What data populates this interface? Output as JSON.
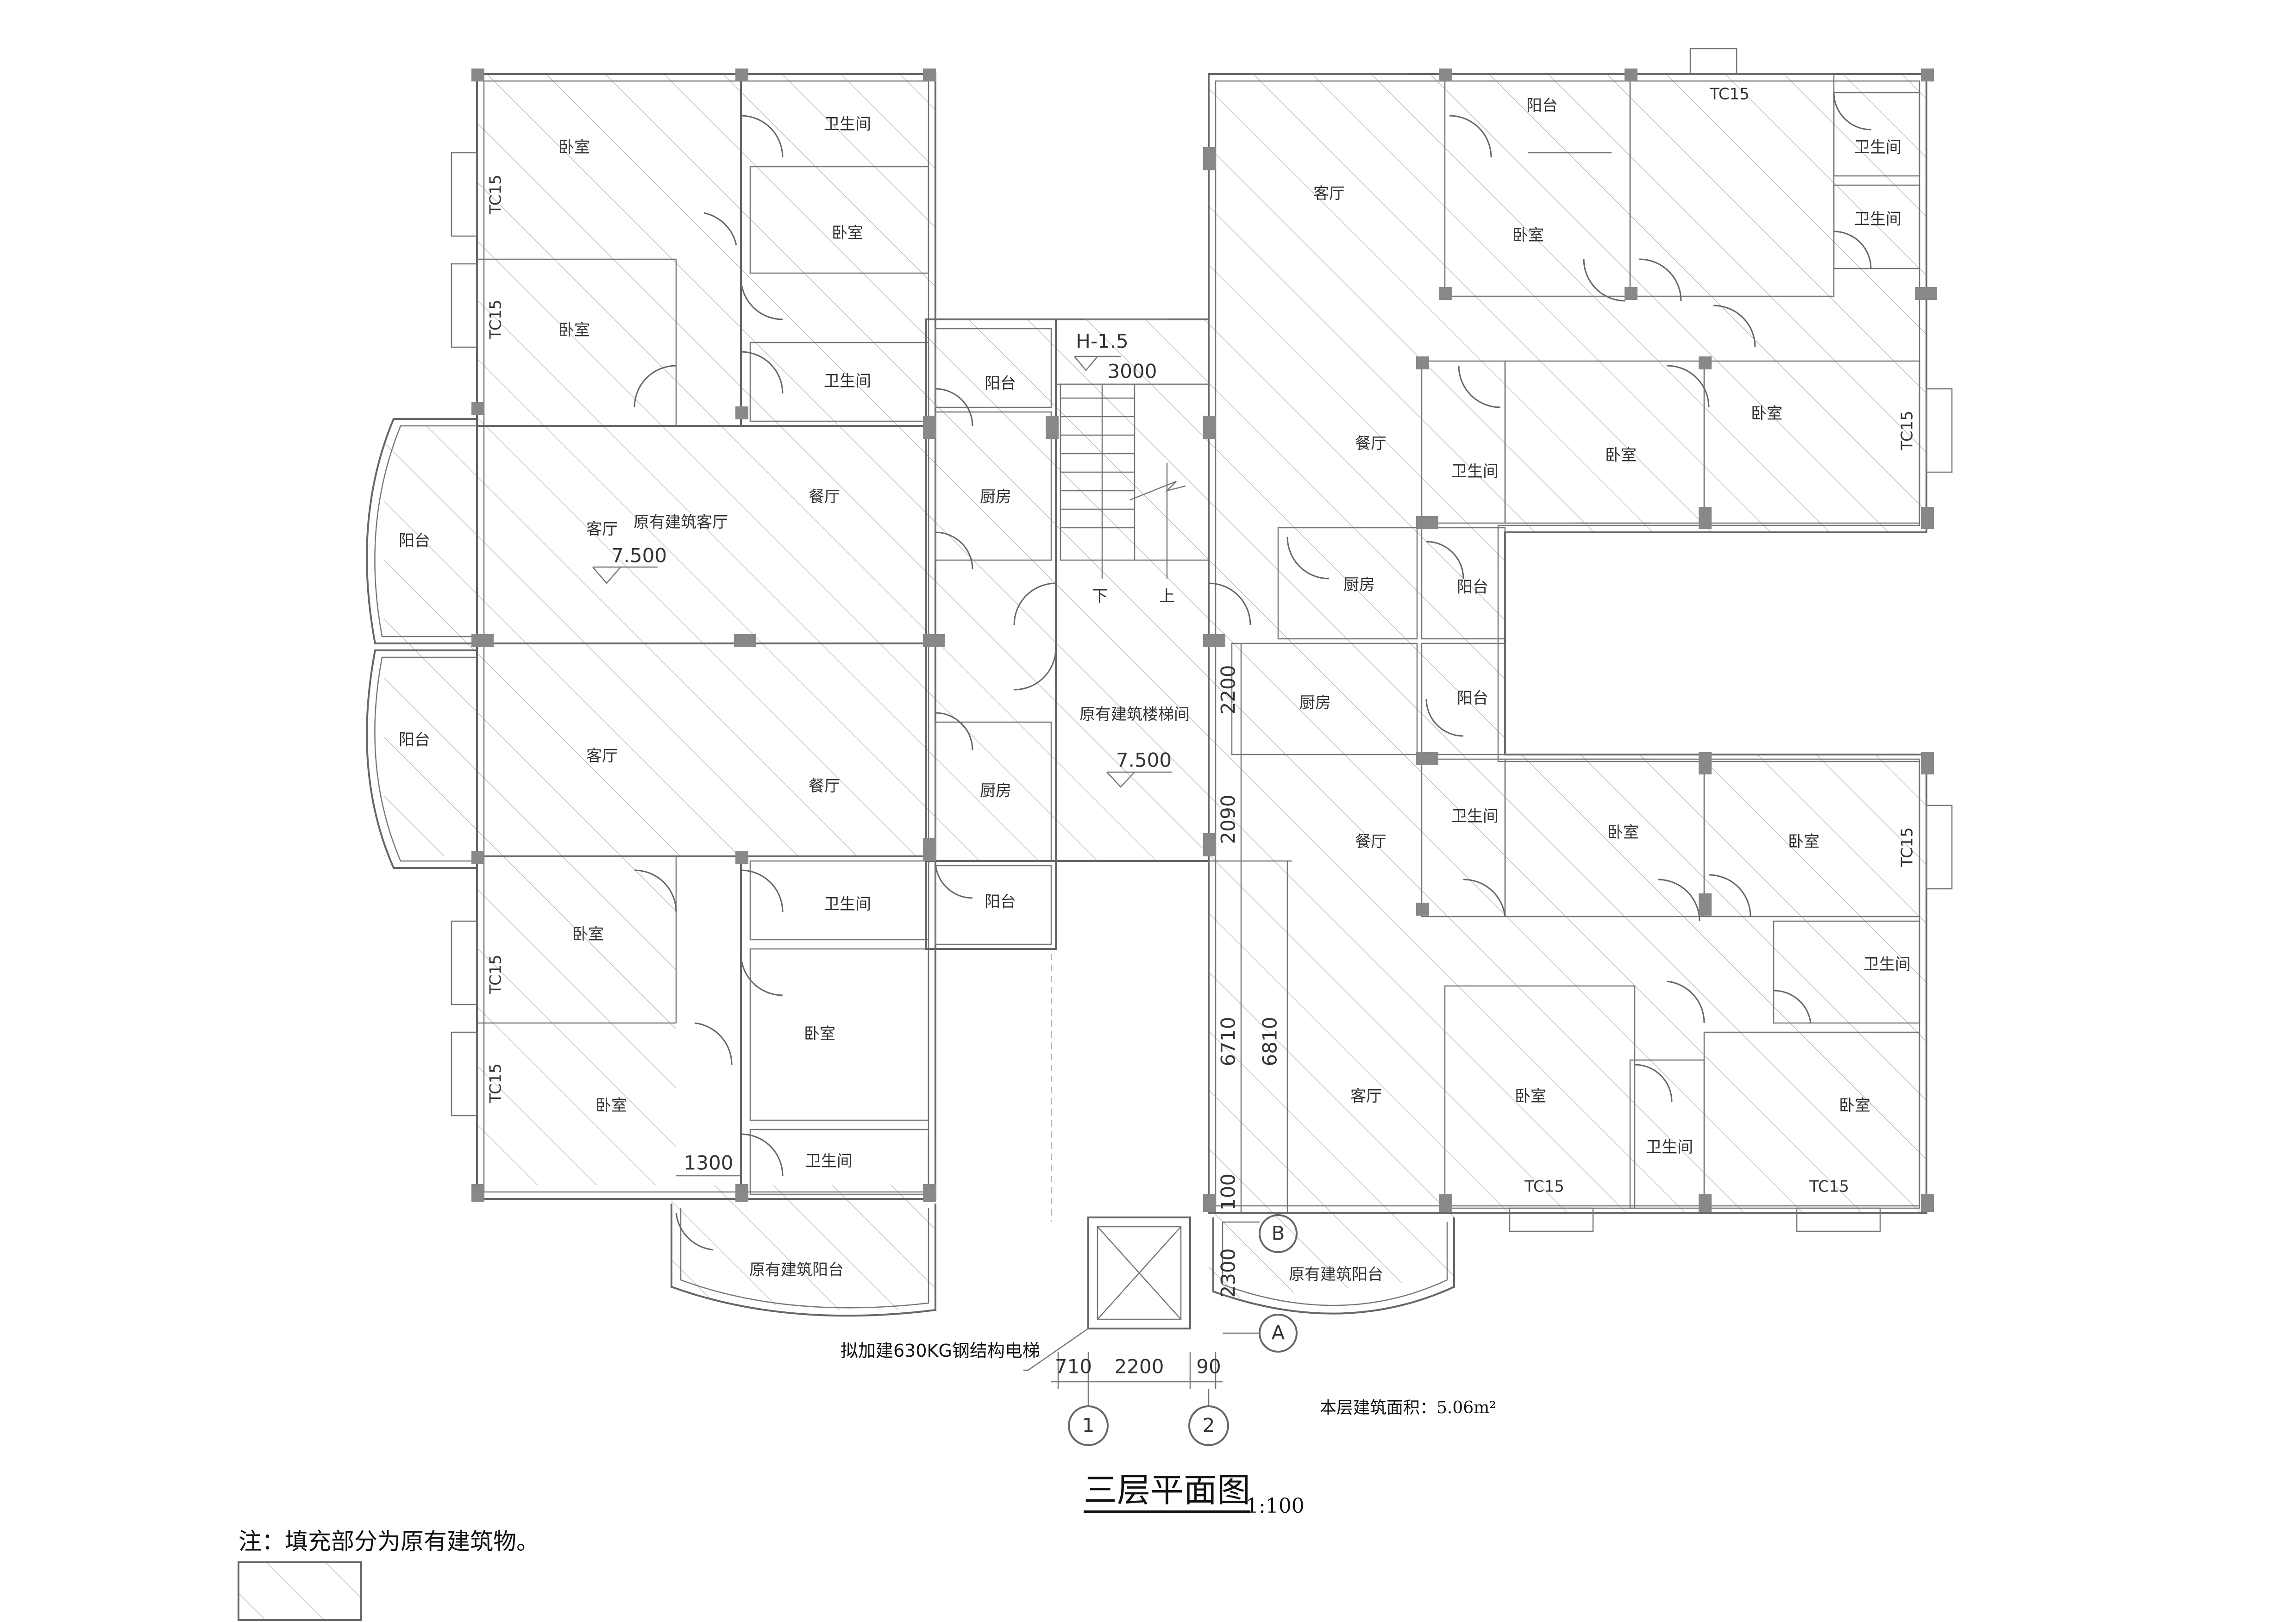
{
  "drawing": {
    "title": "三层平面图",
    "scale": "1:100",
    "area_note": "本层建筑面积：5.06m²",
    "legend_note": "注：填充部分为原有建筑物。",
    "elevator_note": "拟加建630KG钢结构电梯"
  },
  "labels": {
    "bedroom": "卧室",
    "bathroom": "卫生间",
    "balcony": "阳台",
    "living": "客厅",
    "dining": "餐厅",
    "kitchen": "厨房",
    "orig_living": "原有建筑客厅",
    "orig_stair": "原有建筑楼梯间",
    "orig_balcony": "原有建筑阳台",
    "window": "TC15",
    "down": "下",
    "up": "上",
    "stair_mark": "H-1.5"
  },
  "levels": {
    "a": "7.500",
    "b": "7.500"
  },
  "dimensions": {
    "d3000": "3000",
    "d2200v": "2200",
    "d2090": "2090",
    "d6710": "6710",
    "d6810": "6810",
    "d100": "100",
    "d2300": "2300",
    "d1300": "1300",
    "d710": "710",
    "d2200h": "2200",
    "d90": "90"
  },
  "axes": {
    "one": "1",
    "two": "2",
    "a": "A",
    "b": "B"
  }
}
